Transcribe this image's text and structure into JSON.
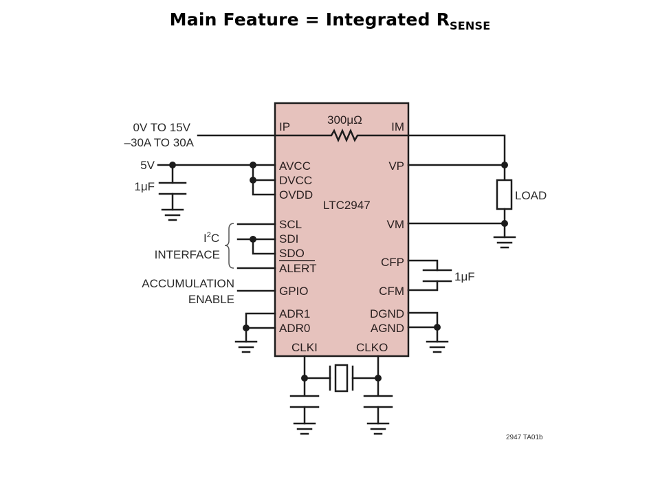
{
  "slide": {
    "title_main": "Main Feature = Integrated R",
    "title_sub": "SENSE"
  },
  "schematic": {
    "chip_name": "LTC2947",
    "chip_fill": "#e6c2bd",
    "sense_resistor": "300μΩ",
    "left_pins": [
      "IP",
      "AVCC",
      "DVCC",
      "OVDD",
      "SCL",
      "SDI",
      "SDO",
      "ALERT",
      "GPIO",
      "ADR1",
      "ADR0"
    ],
    "right_pins": [
      "IM",
      "VP",
      "VM",
      "CFP",
      "CFM",
      "DGND",
      "AGND"
    ],
    "bottom_pins": [
      "CLKI",
      "CLKO"
    ],
    "input_label_1": "0V TO 15V",
    "input_label_2": "–30A TO 30A",
    "supply_label": "5V",
    "supply_cap": "1μF",
    "i2c_label_1": "I",
    "i2c_label_sup": "2",
    "i2c_label_1b": "C",
    "i2c_label_2": "INTERFACE",
    "gpio_label_1": "ACCUMULATION",
    "gpio_label_2": "ENABLE",
    "load_label": "LOAD",
    "filter_cap": "1μF",
    "figure_id": "2947 TA01b"
  }
}
